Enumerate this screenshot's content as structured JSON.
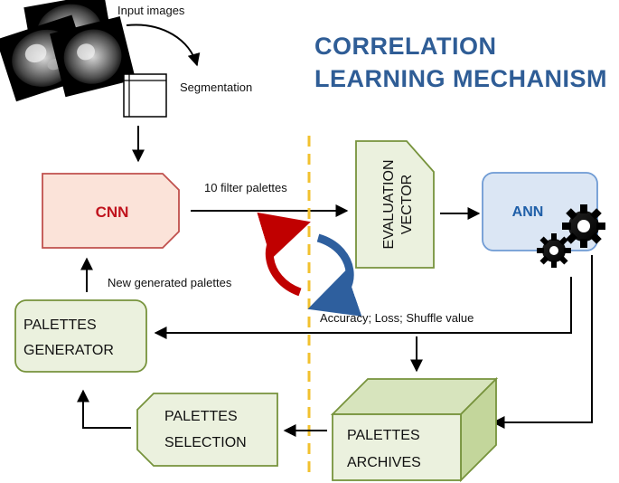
{
  "title": {
    "line1": "CORRELATION",
    "line2": "LEARNING MECHANISM"
  },
  "nodes": {
    "input_images": {
      "label": "Input images",
      "icon": "brain-mri-images"
    },
    "segmentation": {
      "label": "Segmentation",
      "icon": "segmentation-grid-icon"
    },
    "cnn": {
      "label": "CNN"
    },
    "evaluation_vector": {
      "line1": "EVALUATION",
      "line2": "VECTOR"
    },
    "ann": {
      "label": "ANN",
      "icon": "gears-icon"
    },
    "palettes_generator": {
      "line1": "PALETTES",
      "line2": "GENERATOR"
    },
    "palettes_selection": {
      "line1": "PALETTES",
      "line2": "SELECTION"
    },
    "palettes_archives": {
      "line1": "PALETTES",
      "line2": "ARCHIVES"
    }
  },
  "edges": {
    "filter_palettes": "10 filter palettes",
    "new_palettes": "New generated palettes",
    "metrics": "Accuracy; Loss; Shuffle value"
  },
  "colors": {
    "cnn_fill": "#fbe3d9",
    "cnn_border": "#c0504d",
    "green_fill": "#ebf1de",
    "green_border": "#77933c",
    "ann_fill": "#dbe6f4",
    "ann_border": "#6f9bd4",
    "title": "#2f5d96",
    "divider": "#f2c12e",
    "cycle_red": "#c00000",
    "cycle_blue": "#2e5f9e"
  }
}
